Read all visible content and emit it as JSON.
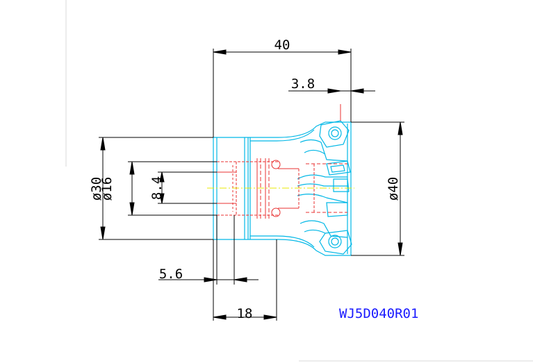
{
  "drawing": {
    "model_code": "WJ5D040R01",
    "model_color": "#1a1aff",
    "body_color": "#00b7e6",
    "hidden_color": "#e83030",
    "dimension_color": "#000000",
    "dimensions": {
      "overall_length": "40",
      "insert_height": "3.8",
      "outer_diameter": "ø40",
      "shank_diameter": "ø30",
      "bore_diameter": "ø16",
      "keyway_width": "8.4",
      "keyway_depth": "5.6",
      "bore_depth": "18"
    }
  }
}
